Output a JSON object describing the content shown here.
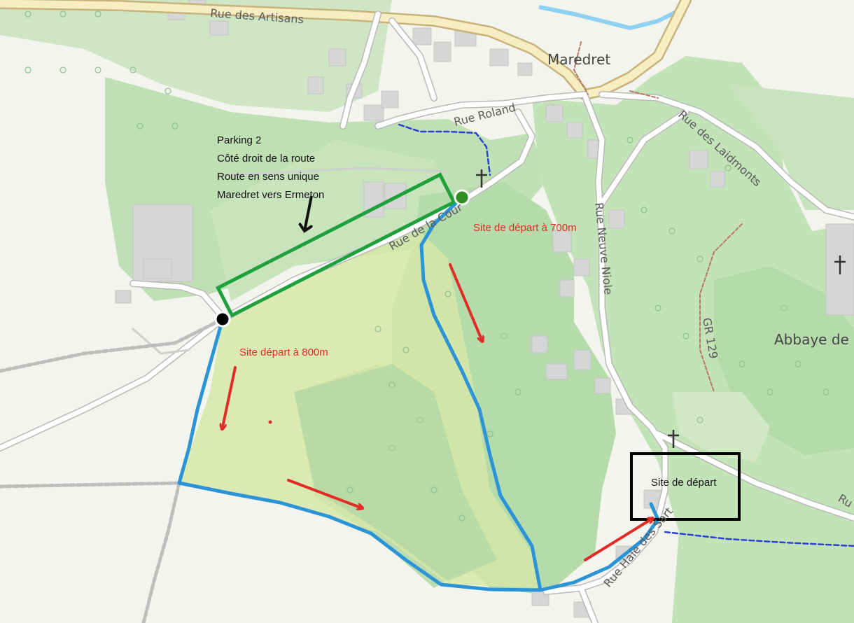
{
  "map": {
    "places": {
      "village": "Maredret",
      "abbey": "Abbaye de"
    },
    "streets": {
      "artisans": "Rue des Artisans",
      "roland": "Rue Roland",
      "laidmonts": "Rue des Laidmonts",
      "neuve_niole": "Rue Neuve Niole",
      "cour": "Rue de la Cour",
      "haie": "Rue Haie des Sart",
      "edge": "Ru",
      "gr": "GR 129"
    },
    "annotations": {
      "parking": [
        "Parking 2",
        "Côté droit de la route",
        "Route en sens unique",
        "Maredret vers Ermeton"
      ],
      "site_700": "Site de départ à 700m",
      "site_800": "Site départ à 800m",
      "site_depart": "Site de départ"
    },
    "colors": {
      "route": "#2b94d6",
      "arrow": "#e22a26",
      "parking_box": "#1ea03c",
      "start_box": "#000000",
      "dashed_path": "#2d3fd0"
    },
    "icons": [
      "church-cross-icon",
      "start-point-icon",
      "parking-point-icon"
    ]
  }
}
